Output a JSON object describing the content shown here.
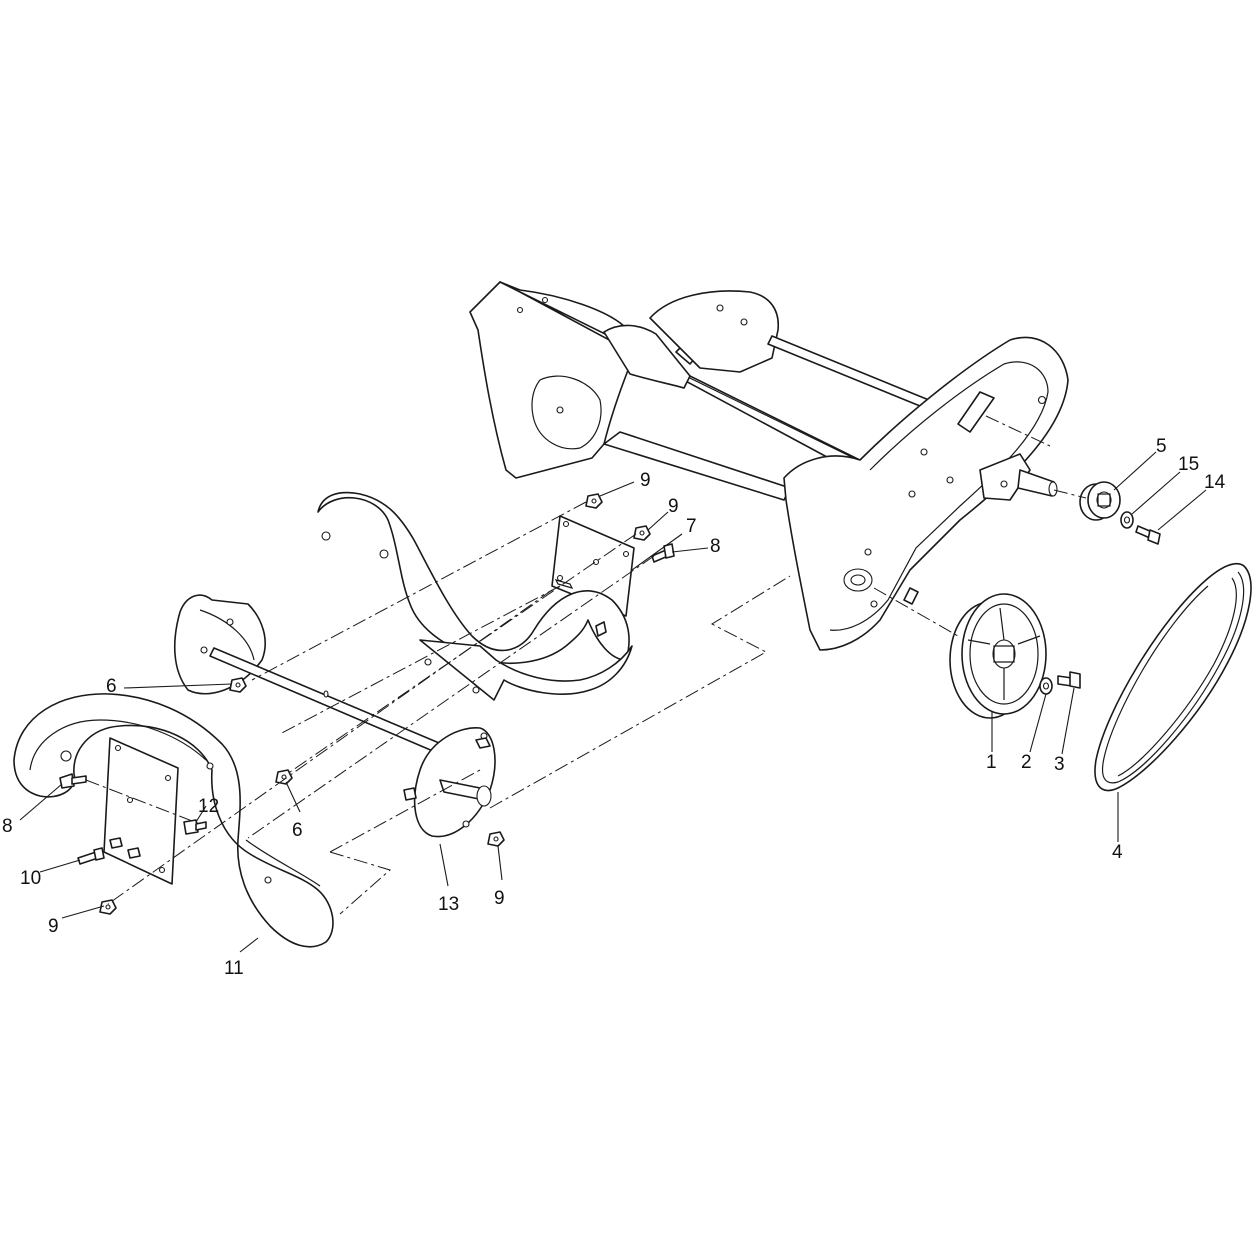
{
  "callouts": [
    {
      "id": "c1",
      "label": "1"
    },
    {
      "id": "c2",
      "label": "2"
    },
    {
      "id": "c3",
      "label": "3"
    },
    {
      "id": "c4",
      "label": "4"
    },
    {
      "id": "c5",
      "label": "5"
    },
    {
      "id": "c6a",
      "label": "6"
    },
    {
      "id": "c6b",
      "label": "6"
    },
    {
      "id": "c7",
      "label": "7"
    },
    {
      "id": "c8a",
      "label": "8"
    },
    {
      "id": "c8b",
      "label": "8"
    },
    {
      "id": "c9a",
      "label": "9"
    },
    {
      "id": "c9b",
      "label": "9"
    },
    {
      "id": "c9c",
      "label": "9"
    },
    {
      "id": "c9d",
      "label": "9"
    },
    {
      "id": "c10",
      "label": "10"
    },
    {
      "id": "c11",
      "label": "11"
    },
    {
      "id": "c12",
      "label": "12"
    },
    {
      "id": "c13",
      "label": "13"
    },
    {
      "id": "c14",
      "label": "14"
    },
    {
      "id": "c15",
      "label": "15"
    }
  ]
}
